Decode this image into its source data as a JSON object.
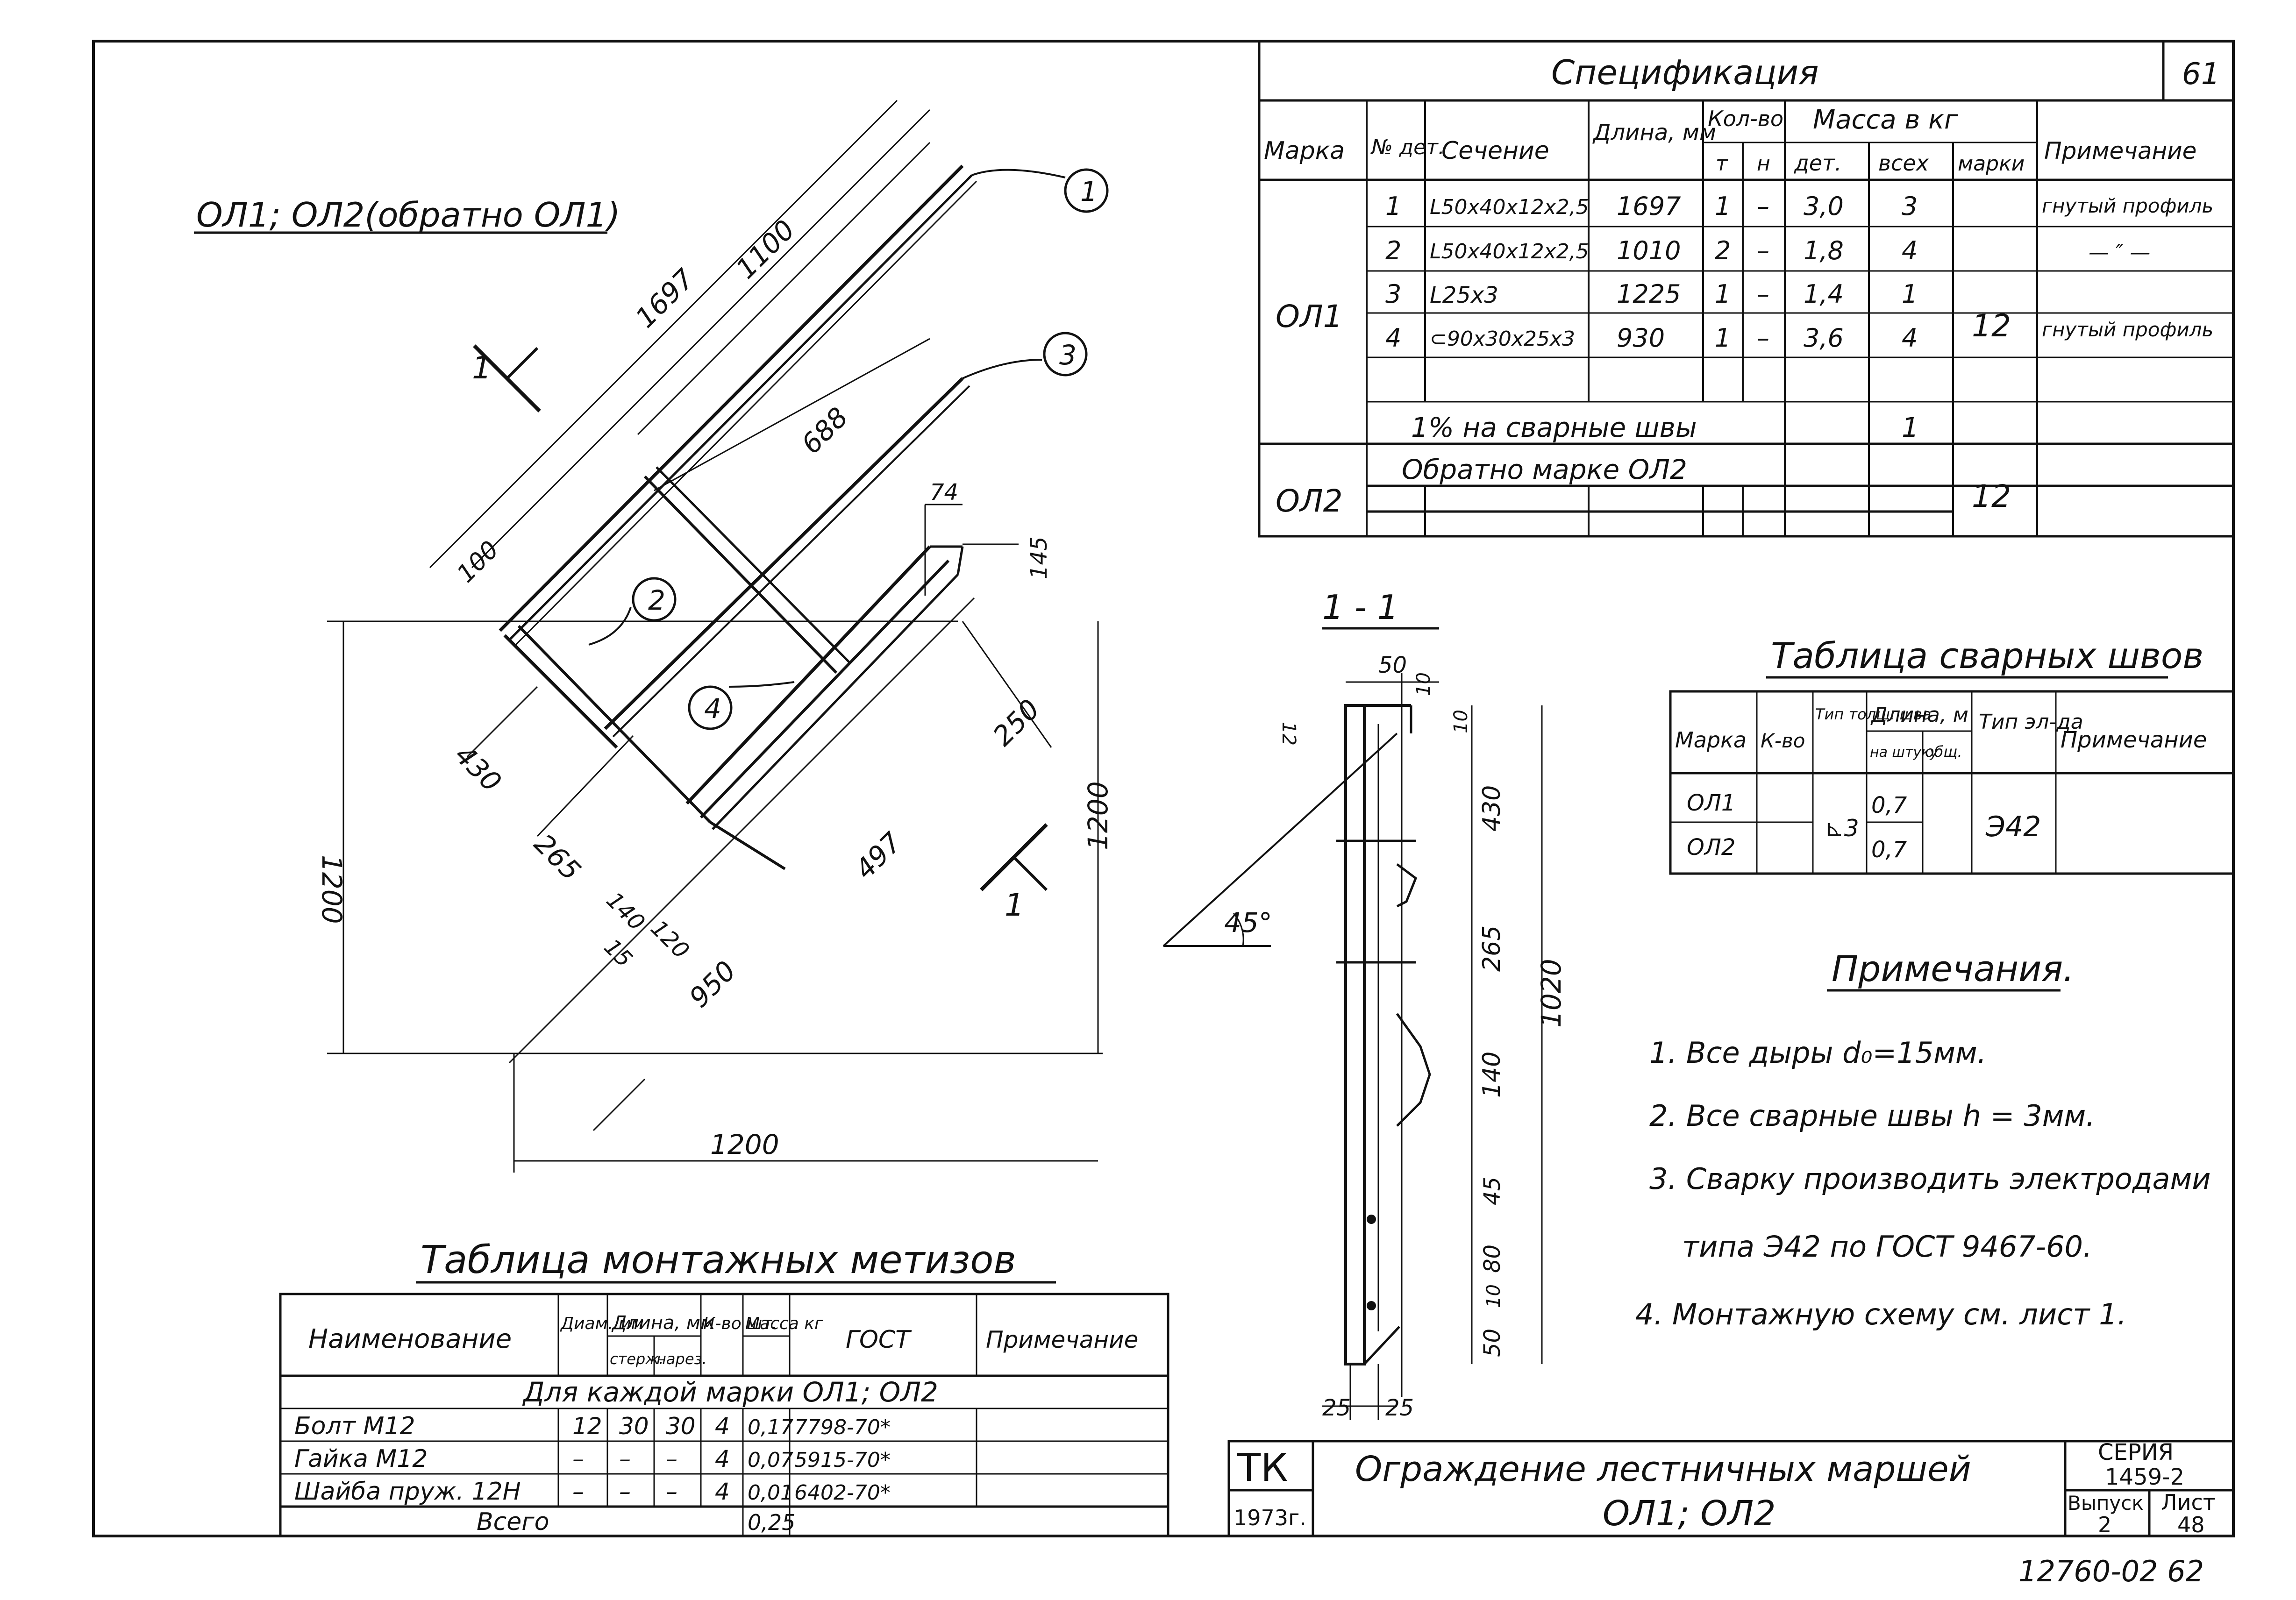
{
  "sheet_number": "61",
  "view_title": "ОЛ1; ОЛ2(обратно ОЛ1)",
  "section_mark": "1",
  "callouts": [
    "1",
    "2",
    "3",
    "4"
  ],
  "drawing_dims": [
    "1697",
    "1100",
    "688",
    "100",
    "74",
    "145",
    "250",
    "430",
    "265",
    "140",
    "15",
    "120",
    "497",
    "950",
    "1200",
    "1200",
    "1200"
  ],
  "section_title": "1 - 1",
  "section_dims": [
    "50",
    "10",
    "12",
    "10",
    "430",
    "265",
    "140",
    "45",
    "80",
    "10",
    "50",
    "1020",
    "25",
    "25"
  ],
  "angle_label": "45°",
  "spec": {
    "title": "Спецификация",
    "headers": {
      "mark": "Марка",
      "det_no": "№ дет.",
      "section": "Сечение",
      "length": "Длина, мм",
      "qty": "Кол-во",
      "qty_t": "т",
      "qty_n": "н",
      "mass": "Масса в кг",
      "mass_det": "дет.",
      "mass_all": "всех",
      "mass_mark": "марки",
      "note": "Примечание"
    },
    "rows": [
      {
        "det": "1",
        "section": "L50x40x12x2,5",
        "length": "1697",
        "t": "1",
        "n": "–",
        "m_det": "3,0",
        "m_all": "3",
        "note": "гнутый профиль"
      },
      {
        "det": "2",
        "section": "L50x40x12x2,5",
        "length": "1010",
        "t": "2",
        "n": "–",
        "m_det": "1,8",
        "m_all": "4",
        "note": "— ″ —"
      },
      {
        "det": "3",
        "section": "L25x3",
        "length": "1225",
        "t": "1",
        "n": "–",
        "m_det": "1,4",
        "m_all": "1",
        "note": ""
      },
      {
        "det": "4",
        "section": "⊂90x30x25x3",
        "length": "930",
        "t": "1",
        "n": "–",
        "m_det": "3,6",
        "m_all": "4",
        "note": "гнутый профиль"
      }
    ],
    "mark_ol1": "ОЛ1",
    "mark_mass_ol1": "12",
    "welds_row": "1% на сварные швы",
    "welds_mass": "1",
    "mark_ol2": "ОЛ2",
    "ol2_text": "Обратно марке ОЛ2",
    "mark_mass_ol2": "12"
  },
  "welds": {
    "title": "Таблица сварных швов",
    "headers": {
      "mark": "Марка",
      "qty": "К-во",
      "type": "Тип толщ. шва",
      "length": "Длина, м",
      "len_per": "на штуку",
      "len_total": "общ.",
      "electrode": "Тип эл-да",
      "note": "Примечание"
    },
    "rows": [
      {
        "mark": "ОЛ1",
        "len": "0,7"
      },
      {
        "mark": "ОЛ2",
        "len": "0,7"
      }
    ],
    "weld_type": "⊾3",
    "electrode": "Э42"
  },
  "notes": {
    "title": "Примечания.",
    "items": [
      "1. Все дыры d₀=15мм.",
      "2. Все сварные швы h = 3мм.",
      "3. Сварку производить электродами",
      "типа Э42 по ГОСТ 9467-60.",
      "4. Монтажную схему см. лист 1."
    ]
  },
  "hardware": {
    "title": "Таблица монтажных метизов",
    "headers": {
      "name": "Наименование",
      "dia": "Диам. мм",
      "length": "Длина, мм",
      "len_rod": "стерж.",
      "len_thread": "нарез.",
      "qty": "К-во шт.",
      "mass": "Масса кг",
      "gost": "ГОСТ",
      "note": "Примечание"
    },
    "group": "Для каждой марки ОЛ1; ОЛ2",
    "rows": [
      {
        "name": "Болт М12",
        "dia": "12",
        "rod": "30",
        "thread": "30",
        "qty": "4",
        "mass": "0,17",
        "gost": "7798-70*"
      },
      {
        "name": "Гайка М12",
        "dia": "–",
        "rod": "–",
        "thread": "–",
        "qty": "4",
        "mass": "0,07",
        "gost": "5915-70*"
      },
      {
        "name": "Шайба пруж. 12Н",
        "dia": "–",
        "rod": "–",
        "thread": "–",
        "qty": "4",
        "mass": "0,01",
        "gost": "6402-70*"
      }
    ],
    "total_label": "Всего",
    "total_mass": "0,25"
  },
  "stamp": {
    "org": "ТК",
    "year": "1973г.",
    "title_line1": "Ограждение лестничных маршей",
    "title_line2": "ОЛ1; ОЛ2",
    "series_label": "СЕРИЯ",
    "series_value": "1459-2",
    "issue_label": "Выпуск",
    "issue_value": "2",
    "sheet_label": "Лист",
    "sheet_value": "48"
  },
  "footer": "12760-02 62"
}
